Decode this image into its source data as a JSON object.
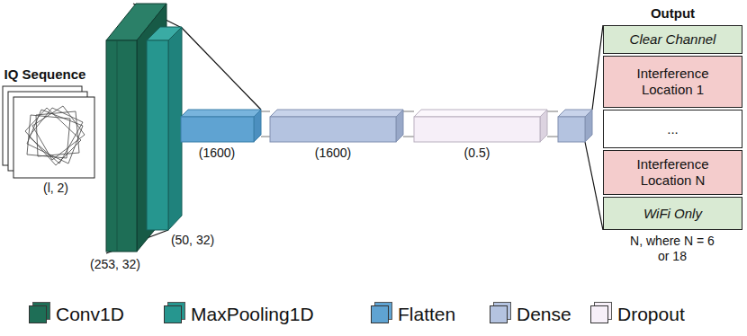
{
  "diagram": {
    "nodes": [
      {
        "text": [
          "Output"
        ]
      },
      {
        "text": [
          "Clear Channel"
        ],
        "in": 0
      },
      {
        "text": [
          "Interference Location 1"
        ],
        "in": 0
      },
      {
        "text": [
          "..."
        ],
        "in": 0
      },
      {
        "text": [
          "Interference Location N"
        ],
        "in": 0
      },
      {
        "text": [
          "WiFi Only"
        ],
        "in": 0
      }
    ],
    "labels": [
      "IQ Sequence",
      "(l, 2)",
      "(253, 32)",
      "(50, 32)",
      "(1600)",
      "(1600)",
      "(0.5)",
      "N, where N = 6 or 18"
    ],
    "legend": [
      {
        "text": "Conv1D",
        "color": "#1e6e56"
      },
      {
        "text": "MaxPooling1D",
        "color": "#26968f"
      },
      {
        "text": "Flatten",
        "color": "#5fa3d2"
      },
      {
        "text": "Dense",
        "color": "#b4c3e0"
      },
      {
        "text": "Dropout",
        "color": "#f6eff8"
      }
    ]
  }
}
